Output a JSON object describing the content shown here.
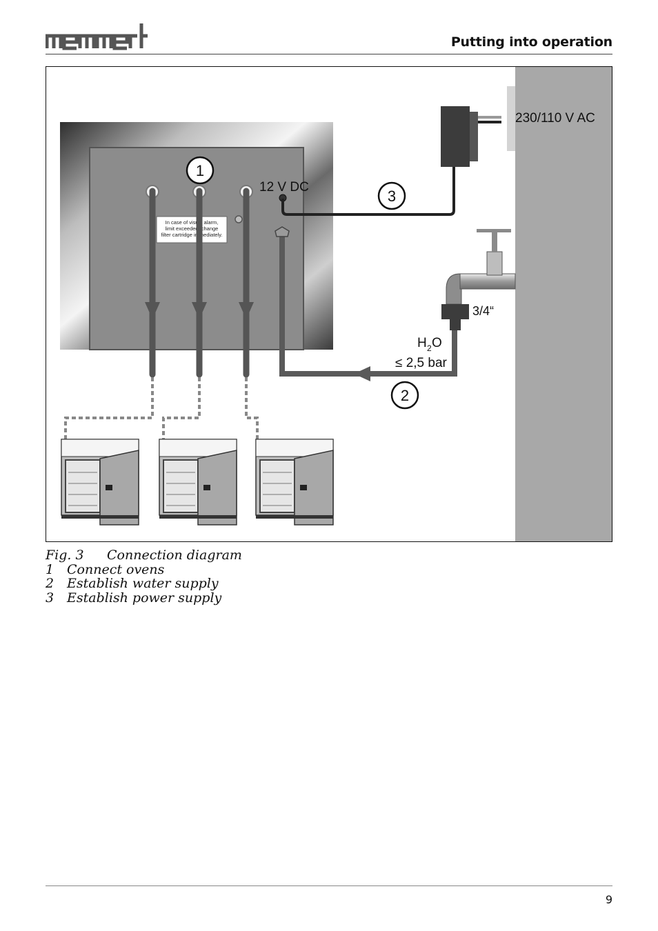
{
  "header": {
    "logo_text": "memmert",
    "section_title": "Putting into operation"
  },
  "figure": {
    "label_voltage_ac": "230/110 V AC",
    "label_voltage_dc": "12 V DC",
    "label_thread": "3/4“",
    "label_water_h": "H",
    "label_water_sub": "2",
    "label_water_o": "O",
    "label_pressure": "≤ 2,5 bar",
    "marker_1": "1",
    "marker_2": "2",
    "marker_3": "3",
    "sticker_line1": "In case of visual alarm,",
    "sticker_line2": "limit exceeded, change",
    "sticker_line3": "filter cartridge immediately."
  },
  "caption": {
    "fig_number": "Fig. 3",
    "fig_title": "Connection diagram",
    "items": [
      {
        "num": "1",
        "text": "Connect ovens"
      },
      {
        "num": "2",
        "text": "Establish water supply"
      },
      {
        "num": "3",
        "text": "Establish power supply"
      }
    ]
  },
  "footer": {
    "page_number": "9"
  },
  "colors": {
    "wall": "#a8a8a8",
    "pipe": "#5a5a5a",
    "unit_face": "#8c8c8c",
    "adapter": "#3c3c3c"
  }
}
